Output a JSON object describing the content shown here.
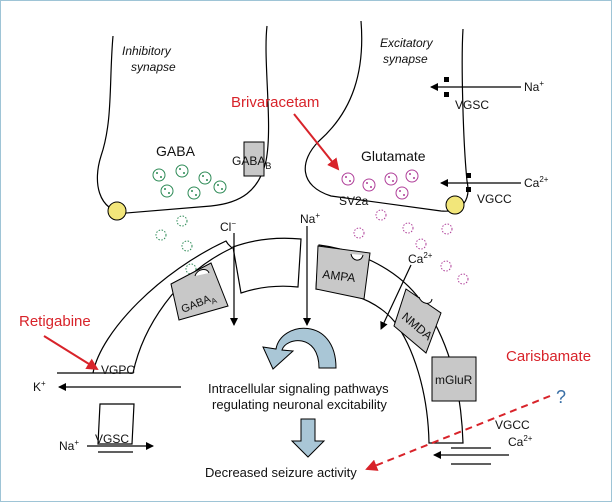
{
  "labels": {
    "inhibitory_l1": "Inhibitory",
    "inhibitory_l2": "synapse",
    "excitatory_l1": "Excitatory",
    "excitatory_l2": "synapse",
    "gaba": "GABA",
    "gaba_b": "GABA",
    "gaba_b_sub": "B",
    "glutamate": "Glutamate",
    "sv2a": "SV2a",
    "brivaracetam": "Brivaracetam",
    "na_top": "Na",
    "na_top_sup": "+",
    "vgsc_top": "VGSC",
    "ca_top": "Ca",
    "ca_top_sup": "2+",
    "vgcc_top": "VGCC",
    "cl": "Cl",
    "cl_sup": "−",
    "na_mid": "Na",
    "na_mid_sup": "+",
    "ca_mid": "Ca",
    "ca_mid_sup": "2+",
    "gaba_a": "GABA",
    "gaba_a_sub": "A",
    "ampa": "AMPA",
    "nmda": "NMDA",
    "mglur": "mGluR",
    "retigabine": "Retigabine",
    "vgpc": "VGPC",
    "k": "K",
    "k_sup": "+",
    "carisbamate": "Carisbamate",
    "question": "?",
    "vgsc_bottom": "VGSC",
    "na_bottom": "Na",
    "na_bottom_sup": "+",
    "vgcc_bottom": "VGCC",
    "ca_bottom": "Ca",
    "ca_bottom_sup": "2+",
    "intracellular_l1": "Intracellular signaling pathways",
    "intracellular_l2": "regulating neuronal excitability",
    "decreased": "Decreased seizure activity"
  },
  "colors": {
    "drug_red": "#d8232a",
    "question_blue": "#3a6fa6",
    "gaba_dots": "#2e8b57",
    "glutamate_dots": "#b0409a",
    "receptor_fill": "#c8c8c8",
    "release_site": "#f2e67a",
    "curved_arrow": "#a9c6d6"
  }
}
